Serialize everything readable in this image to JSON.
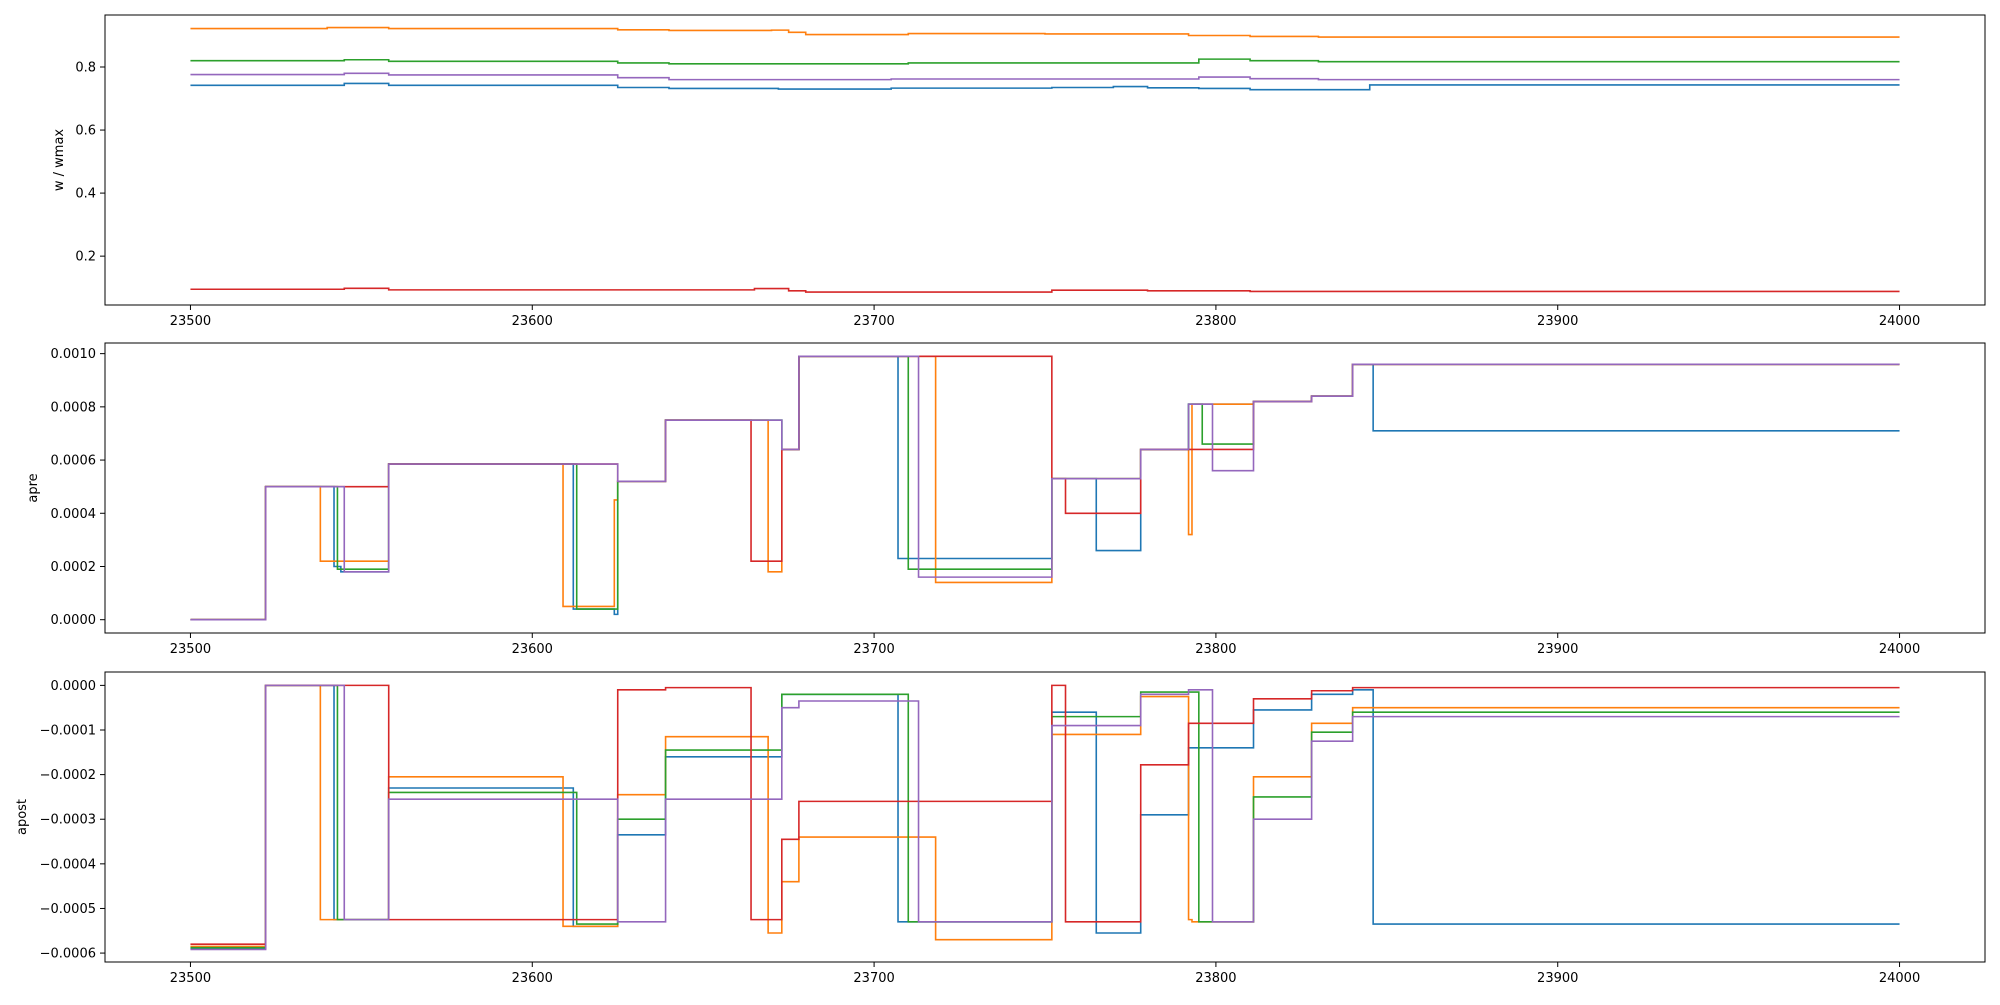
{
  "chart_data": [
    {
      "type": "line",
      "title": "",
      "xlabel": "",
      "ylabel": "w / wmax",
      "xlim": [
        23475,
        24025
      ],
      "ylim": [
        0.045,
        0.965
      ],
      "xticks": [
        23500,
        23600,
        23700,
        23800,
        23900,
        24000
      ],
      "yticks": [
        0.2,
        0.4,
        0.6,
        0.8
      ],
      "ytick_labels": [
        "0.2",
        "0.4",
        "0.6",
        "0.8"
      ],
      "grid": false,
      "colors": [
        "#1f77b4",
        "#ff7f0e",
        "#2ca02c",
        "#d62728",
        "#9467bd"
      ],
      "series": [
        {
          "x": [
            23500,
            23545,
            23558,
            23625,
            23640,
            23672,
            23705,
            23752,
            23770,
            23780,
            23795,
            23810,
            23845,
            24000
          ],
          "y": [
            0.742,
            0.748,
            0.742,
            0.735,
            0.732,
            0.73,
            0.733,
            0.735,
            0.738,
            0.734,
            0.732,
            0.728,
            0.743,
            0.743
          ]
        },
        {
          "x": [
            23500,
            23540,
            23558,
            23610,
            23625,
            23640,
            23670,
            23675,
            23680,
            23710,
            23750,
            23792,
            23810,
            23830,
            24000
          ],
          "y": [
            0.922,
            0.925,
            0.922,
            0.922,
            0.918,
            0.916,
            0.917,
            0.91,
            0.903,
            0.906,
            0.905,
            0.9,
            0.897,
            0.895,
            0.895
          ]
        },
        {
          "x": [
            23500,
            23545,
            23558,
            23620,
            23625,
            23640,
            23710,
            23795,
            23810,
            23830,
            24000
          ],
          "y": [
            0.82,
            0.823,
            0.818,
            0.818,
            0.813,
            0.81,
            0.813,
            0.825,
            0.82,
            0.817,
            0.817
          ]
        },
        {
          "x": [
            23500,
            23545,
            23558,
            23665,
            23675,
            23680,
            23752,
            23780,
            23810,
            24000
          ],
          "y": [
            0.095,
            0.098,
            0.093,
            0.097,
            0.09,
            0.086,
            0.092,
            0.09,
            0.088,
            0.088
          ]
        },
        {
          "x": [
            23500,
            23545,
            23558,
            23625,
            23640,
            23705,
            23795,
            23810,
            23830,
            24000
          ],
          "y": [
            0.776,
            0.78,
            0.775,
            0.766,
            0.76,
            0.762,
            0.768,
            0.763,
            0.76,
            0.76
          ]
        }
      ]
    },
    {
      "type": "line",
      "title": "",
      "xlabel": "",
      "ylabel": "apre",
      "xlim": [
        23475,
        24025
      ],
      "ylim": [
        -5e-05,
        0.00104
      ],
      "xticks": [
        23500,
        23600,
        23700,
        23800,
        23900,
        24000
      ],
      "yticks": [
        0,
        0.0002,
        0.0004,
        0.0006,
        0.0008,
        0.001
      ],
      "ytick_labels": [
        "0.0000",
        "0.0002",
        "0.0004",
        "0.0006",
        "0.0008",
        "0.0010"
      ],
      "grid": false,
      "colors": [
        "#1f77b4",
        "#ff7f0e",
        "#2ca02c",
        "#d62728",
        "#9467bd"
      ],
      "series": [
        {
          "x": [
            23500,
            23522,
            23542,
            23544,
            23558,
            23612,
            23624,
            23625,
            23639,
            23668,
            23673,
            23678,
            23707,
            23752,
            23765,
            23778,
            23792,
            23811,
            23828,
            23840,
            23846,
            24000
          ],
          "y": [
            0,
            0.0005,
            0.0002,
            0.00018,
            0.000585,
            4e-05,
            2e-05,
            0.00052,
            0.00075,
            0.00075,
            0.00064,
            0.00099,
            0.00023,
            0.00053,
            0.00026,
            0.00064,
            0.00081,
            0.00082,
            0.00084,
            0.00096,
            0.00071,
            0.00071
          ]
        },
        {
          "x": [
            23500,
            23522,
            23538,
            23558,
            23609,
            23624,
            23625,
            23639,
            23668,
            23669,
            23673,
            23678,
            23718,
            23752,
            23778,
            23792,
            23793,
            23811,
            23828,
            23840,
            24000
          ],
          "y": [
            0,
            0.0005,
            0.00022,
            0.000585,
            5e-05,
            0.00045,
            0.00052,
            0.00075,
            0.00075,
            0.00018,
            0.00064,
            0.00099,
            0.00014,
            0.00053,
            0.00064,
            0.00032,
            0.00081,
            0.00082,
            0.00084,
            0.00096,
            0.00096
          ]
        },
        {
          "x": [
            23500,
            23522,
            23543,
            23558,
            23613,
            23625,
            23639,
            23673,
            23678,
            23710,
            23752,
            23778,
            23792,
            23796,
            23811,
            23828,
            23840,
            24000
          ],
          "y": [
            0,
            0.0005,
            0.00019,
            0.000585,
            4e-05,
            0.00052,
            0.00075,
            0.00064,
            0.00099,
            0.00019,
            0.00053,
            0.00064,
            0.00081,
            0.00066,
            0.00082,
            0.00084,
            0.00096,
            0.00096
          ]
        },
        {
          "x": [
            23500,
            23522,
            23558,
            23625,
            23639,
            23664,
            23673,
            23678,
            23752,
            23756,
            23778,
            23811,
            23828,
            23840,
            24000
          ],
          "y": [
            0,
            0.0005,
            0.000585,
            0.00052,
            0.00075,
            0.00022,
            0.00064,
            0.00099,
            0.00053,
            0.0004,
            0.00064,
            0.00082,
            0.00084,
            0.00096,
            0.00096
          ]
        },
        {
          "x": [
            23500,
            23522,
            23545,
            23558,
            23625,
            23639,
            23673,
            23678,
            23713,
            23752,
            23778,
            23792,
            23799,
            23811,
            23828,
            23840,
            24000
          ],
          "y": [
            0,
            0.0005,
            0.00018,
            0.000585,
            0.00052,
            0.00075,
            0.00064,
            0.00099,
            0.00016,
            0.00053,
            0.00064,
            0.00081,
            0.00056,
            0.00082,
            0.00084,
            0.00096,
            0.00096
          ]
        }
      ]
    },
    {
      "type": "line",
      "title": "",
      "xlabel": "",
      "ylabel": "apost",
      "xlim": [
        23475,
        24025
      ],
      "ylim": [
        -0.00062,
        3e-05
      ],
      "xticks": [
        23500,
        23600,
        23700,
        23800,
        23900,
        24000
      ],
      "yticks": [
        0,
        -0.0001,
        -0.0002,
        -0.0003,
        -0.0004,
        -0.0005,
        -0.0006
      ],
      "ytick_labels": [
        "0.0000",
        "−0.0001",
        "−0.0002",
        "−0.0003",
        "−0.0004",
        "−0.0005",
        "−0.0006"
      ],
      "grid": false,
      "colors": [
        "#1f77b4",
        "#ff7f0e",
        "#2ca02c",
        "#d62728",
        "#9467bd"
      ],
      "series": [
        {
          "x": [
            23500,
            23522,
            23542,
            23558,
            23612,
            23625,
            23639,
            23673,
            23678,
            23707,
            23752,
            23765,
            23778,
            23792,
            23811,
            23828,
            23840,
            23846,
            24000
          ],
          "y": [
            -0.00059,
            0,
            -0.000525,
            -0.00023,
            -0.00054,
            -0.000335,
            -0.00016,
            -2e-05,
            -2e-05,
            -0.00053,
            -6e-05,
            -0.000555,
            -0.00029,
            -0.00014,
            -5.5e-05,
            -2e-05,
            -1e-05,
            -0.000535,
            -0.000535
          ]
        },
        {
          "x": [
            23500,
            23522,
            23538,
            23558,
            23609,
            23625,
            23639,
            23669,
            23673,
            23678,
            23718,
            23752,
            23778,
            23792,
            23793,
            23811,
            23828,
            23840,
            24000
          ],
          "y": [
            -0.000585,
            0,
            -0.000525,
            -0.000205,
            -0.00054,
            -0.000245,
            -0.000115,
            -0.000555,
            -0.00044,
            -0.00034,
            -0.00057,
            -0.00011,
            -2.5e-05,
            -0.000525,
            -0.00053,
            -0.000205,
            -8.5e-05,
            -5e-05,
            -5e-05
          ]
        },
        {
          "x": [
            23500,
            23522,
            23543,
            23558,
            23613,
            23625,
            23639,
            23673,
            23710,
            23752,
            23778,
            23795,
            23811,
            23828,
            23840,
            24000
          ],
          "y": [
            -0.000588,
            0,
            -0.000525,
            -0.00024,
            -0.000535,
            -0.0003,
            -0.000145,
            -2e-05,
            -0.00053,
            -7e-05,
            -1.5e-05,
            -0.00053,
            -0.00025,
            -0.000105,
            -6e-05,
            -6e-05
          ]
        },
        {
          "x": [
            23500,
            23522,
            23558,
            23625,
            23639,
            23664,
            23673,
            23678,
            23752,
            23756,
            23778,
            23792,
            23811,
            23828,
            23840,
            24000
          ],
          "y": [
            -0.00058,
            0,
            -0.000525,
            -1e-05,
            -5e-06,
            -0.000525,
            -0.000345,
            -0.00026,
            0,
            -0.00053,
            -0.000178,
            -8.5e-05,
            -3e-05,
            -1.2e-05,
            -5e-06,
            -5e-06
          ]
        },
        {
          "x": [
            23500,
            23522,
            23545,
            23558,
            23625,
            23639,
            23673,
            23678,
            23713,
            23752,
            23778,
            23792,
            23799,
            23811,
            23828,
            23840,
            24000
          ],
          "y": [
            -0.000592,
            0,
            -0.000525,
            -0.000255,
            -0.00053,
            -0.000255,
            -5e-05,
            -3.5e-05,
            -0.00053,
            -9e-05,
            -2e-05,
            -1e-05,
            -0.00053,
            -0.0003,
            -0.000125,
            -7e-05,
            -7e-05
          ]
        }
      ]
    }
  ]
}
